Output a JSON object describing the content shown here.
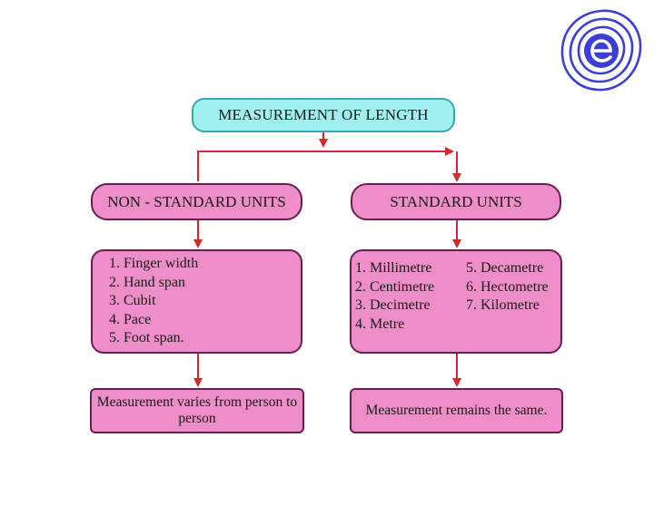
{
  "root": {
    "label": "MEASUREMENT OF LENGTH"
  },
  "branches": [
    {
      "heading": "NON - STANDARD UNITS",
      "units": [
        "1. Finger width",
        "2. Hand span",
        "3. Cubit",
        "4. Pace",
        "5. Foot span."
      ],
      "result": "Measurement varies from person to person"
    },
    {
      "heading": "STANDARD UNITS",
      "units_col1": [
        "1. Millimetre",
        "2. Centimetre",
        "3. Decimetre",
        "4. Metre"
      ],
      "units_col2": [
        "5. Decametre",
        "6. Hectometre",
        "7. Kilometre"
      ],
      "result": "Measurement remains the same."
    }
  ],
  "colors": {
    "root_fill": "#9ff0f1",
    "box_fill": "#ee8ec8",
    "arrow": "#d42a2a",
    "logo": "#3c3fd6"
  },
  "logo": {
    "icon": "brand-logo-icon"
  }
}
